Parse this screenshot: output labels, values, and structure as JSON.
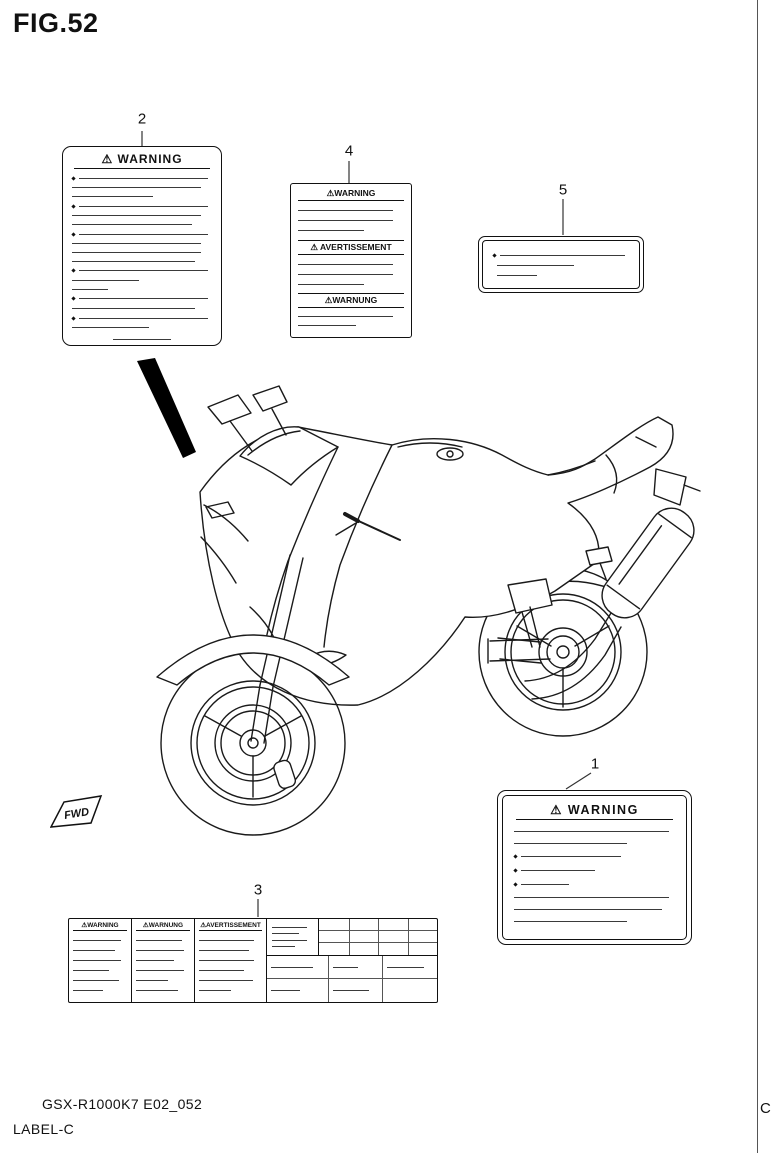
{
  "page": {
    "figure_title": "FIG.52",
    "model_code": "GSX-R1000K7 E02_052",
    "sheet_label": "LABEL-C",
    "edge_char": "C",
    "fwd_label": "FWD"
  },
  "callouts": {
    "c1": "1",
    "c2": "2",
    "c3": "3",
    "c4": "4",
    "c5": "5"
  },
  "label1": {
    "header": "⚠ WARNING",
    "lines": [
      [
        96,
        0,
        0
      ],
      [
        70,
        0,
        0
      ],
      [
        62,
        1,
        0
      ],
      [
        46,
        1,
        0
      ],
      [
        30,
        1,
        0
      ],
      [
        96,
        0,
        0
      ],
      [
        92,
        0,
        0
      ],
      [
        70,
        0,
        0
      ]
    ]
  },
  "label2": {
    "header": "⚠ WARNING",
    "lines": [
      [
        92,
        1,
        0
      ],
      [
        92,
        0,
        0
      ],
      [
        58,
        0,
        0
      ],
      [
        92,
        1,
        0
      ],
      [
        92,
        0,
        0
      ],
      [
        86,
        0,
        0
      ],
      [
        92,
        1,
        0
      ],
      [
        92,
        0,
        0
      ],
      [
        92,
        0,
        0
      ],
      [
        88,
        0,
        0
      ],
      [
        92,
        1,
        0
      ],
      [
        48,
        0,
        0
      ],
      [
        26,
        0,
        0
      ],
      [
        92,
        1,
        0
      ],
      [
        88,
        0,
        0
      ],
      [
        92,
        1,
        0
      ],
      [
        55,
        0,
        0
      ]
    ]
  },
  "label4": {
    "warning": {
      "header": "⚠WARNING",
      "lines": [
        [
          90,
          0,
          0
        ],
        [
          90,
          0,
          0
        ],
        [
          62,
          0,
          0
        ]
      ]
    },
    "avertissement": {
      "header": "⚠ AVERTISSEMENT",
      "lines": [
        [
          90,
          0,
          0
        ],
        [
          90,
          0,
          0
        ],
        [
          62,
          0,
          0
        ]
      ]
    },
    "warnung": {
      "header": "⚠WARNUNG",
      "lines": [
        [
          90,
          0,
          0
        ],
        [
          55,
          0,
          0
        ]
      ]
    }
  },
  "label5": {
    "lines": [
      [
        92,
        1,
        0
      ],
      [
        58,
        0,
        3
      ],
      [
        30,
        0,
        3
      ]
    ]
  },
  "label3": {
    "panel_warning": {
      "header": "⚠WARNING",
      "lines": [
        [
          88,
          0,
          0
        ],
        [
          78,
          0,
          0
        ],
        [
          88,
          0,
          0
        ],
        [
          66,
          0,
          0
        ],
        [
          85,
          0,
          0
        ],
        [
          55,
          0,
          0
        ]
      ]
    },
    "panel_warnung": {
      "header": "⚠WARNUNG",
      "lines": [
        [
          85,
          0,
          0
        ],
        [
          88,
          0,
          0
        ],
        [
          70,
          0,
          0
        ],
        [
          88,
          0,
          0
        ],
        [
          60,
          0,
          0
        ],
        [
          78,
          0,
          0
        ]
      ]
    },
    "panel_avertissement": {
      "header": "⚠AVERTISSEMENT",
      "lines": [
        [
          88,
          0,
          0
        ],
        [
          80,
          0,
          0
        ],
        [
          88,
          0,
          0
        ],
        [
          72,
          0,
          0
        ],
        [
          86,
          0,
          0
        ],
        [
          50,
          0,
          0
        ]
      ]
    },
    "table": {
      "top_left_lines": [
        [
          85,
          0,
          0
        ],
        [
          65,
          0,
          0
        ],
        [
          85,
          0,
          0
        ],
        [
          55,
          0,
          0
        ]
      ],
      "cell_line_long": [
        [
          80,
          0,
          0
        ]
      ],
      "cell_line_short": [
        [
          55,
          0,
          0
        ]
      ]
    }
  }
}
